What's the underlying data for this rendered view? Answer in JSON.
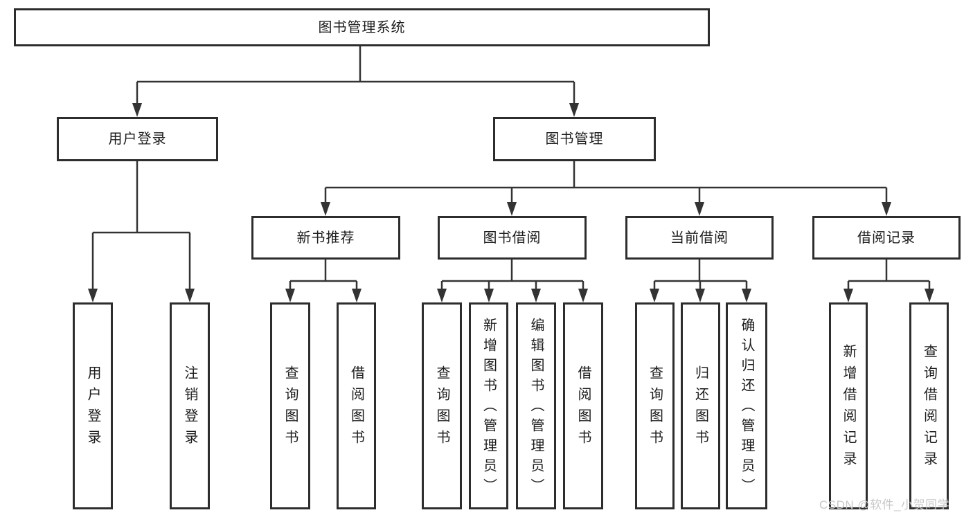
{
  "diagram": {
    "root": {
      "label": "图书管理系统"
    },
    "level2": [
      {
        "label": "用户登录"
      },
      {
        "label": "图书管理"
      }
    ],
    "level3": [
      {
        "label": "新书推荐"
      },
      {
        "label": "图书借阅"
      },
      {
        "label": "当前借阅"
      },
      {
        "label": "借阅记录"
      }
    ],
    "leaves": [
      {
        "label": "用户登录"
      },
      {
        "label": "注销登录"
      },
      {
        "label": "查询图书"
      },
      {
        "label": "借阅图书"
      },
      {
        "label": "查询图书"
      },
      {
        "label": "新增图书（管理员）"
      },
      {
        "label": "编辑图书（管理员）"
      },
      {
        "label": "借阅图书"
      },
      {
        "label": "查询图书"
      },
      {
        "label": "归还图书"
      },
      {
        "label": "确认归还（管理员）"
      },
      {
        "label": "新增借阅记录"
      },
      {
        "label": "查询借阅记录"
      }
    ]
  },
  "watermark": {
    "text": "CSDN @软件_小贺同学"
  },
  "colors": {
    "line": "#333333",
    "border": "#2d2d2d",
    "text": "#1c1c1c",
    "background": "#ffffff",
    "watermark": "#c8c8c8"
  }
}
